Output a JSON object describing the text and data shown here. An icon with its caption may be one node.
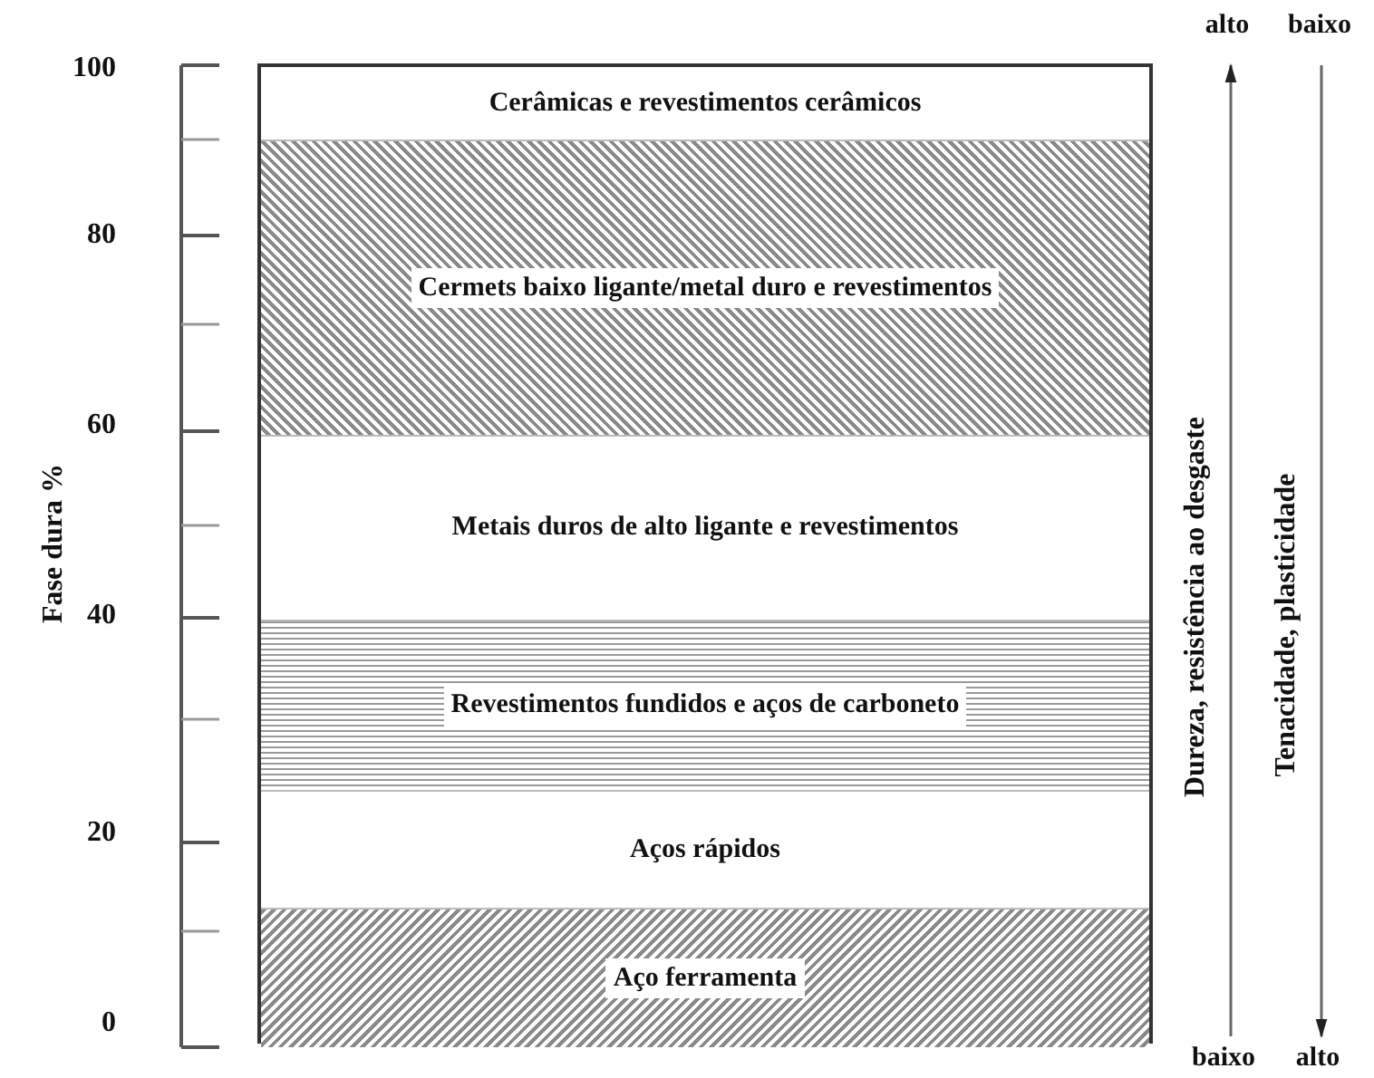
{
  "diagram": {
    "nodes": [
      {
        "text": [],
        "shape": "box"
      },
      {
        "text": [
          "Cerâmicas e revestimentos cerâmicos"
        ],
        "in": 0
      },
      {
        "text": [
          "Cermets baixo ligante/metal duro e revestimentos"
        ],
        "in": 0
      },
      {
        "text": [
          "Metais duros de alto ligante e revestimentos"
        ],
        "in": 0
      },
      {
        "text": [
          "Revestimentos fundidos e aços de carboneto"
        ],
        "in": 0
      },
      {
        "text": [
          "Aços rápidos"
        ],
        "in": 0
      },
      {
        "text": [
          "Aço ferramenta"
        ],
        "in": 0
      }
    ],
    "edges": [],
    "labels": [
      "alto",
      "baixo",
      "100",
      "80",
      "60",
      "Fase dura %",
      "40",
      "20",
      "0",
      "Dureza, resistência ao desgaste",
      "Tenacidade, plasticidade",
      "baixo",
      "alto"
    ]
  }
}
